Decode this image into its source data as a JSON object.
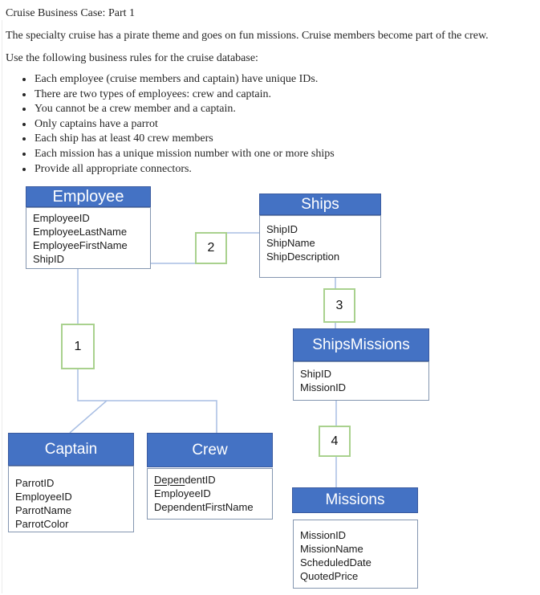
{
  "document": {
    "title": "Cruise Business Case: Part 1",
    "intro": "The specialty cruise has a pirate theme and goes on fun missions. Cruise members become part of the crew.",
    "rules_heading": "Use the following business rules for the cruise database:",
    "rules": [
      "Each employee (cruise members and captain) have unique IDs.",
      "There are two types of employees: crew and captain.",
      "You cannot be a crew member and a captain.",
      "Only captains have a parrot",
      "Each ship has at least 40 crew members",
      "Each mission has a unique mission number with one or more ships",
      "Provide all appropriate connectors."
    ]
  },
  "diagram": {
    "entities": {
      "employee": {
        "title": "Employee",
        "attributes": [
          "EmployeeID",
          "EmployeeLastName",
          "EmployeeFirstName",
          "ShipID"
        ]
      },
      "ships": {
        "title": "Ships",
        "attributes": [
          "ShipID",
          "ShipName",
          "ShipDescription"
        ]
      },
      "shipsmissions": {
        "title": "ShipsMissions",
        "attributes": [
          "ShipID",
          "MissionID"
        ]
      },
      "captain": {
        "title": "Captain",
        "attributes": [
          "ParrotID",
          "EmployeeID",
          "ParrotName",
          "ParrotColor"
        ]
      },
      "crew": {
        "title": "Crew",
        "pk_underlined_part": "Depen",
        "pk_rest_part": "dentID",
        "attributes": [
          "EmployeeID",
          "DependentFirstName"
        ]
      },
      "missions": {
        "title": "Missions",
        "attributes": [
          "MissionID",
          "MissionName",
          "ScheduledDate",
          "QuotedPrice"
        ]
      }
    },
    "connectors": [
      {
        "label": "1"
      },
      {
        "label": "2"
      },
      {
        "label": "3"
      },
      {
        "label": "4"
      }
    ],
    "colors": {
      "header_fill": "#4472C4",
      "header_border": "#3A5A9F",
      "attribute_box_border": "#8496B0",
      "connector_box_border": "#A9D18E",
      "relationship_line": "#A8BEE3"
    }
  }
}
